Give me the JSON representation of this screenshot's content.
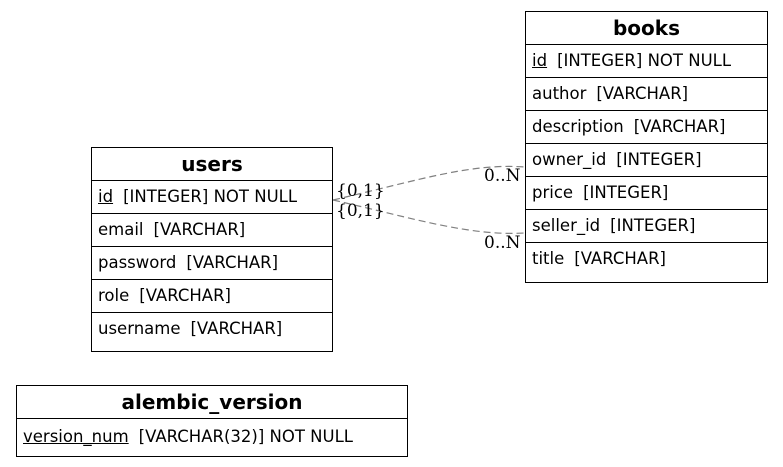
{
  "entities": {
    "users": {
      "title": "users",
      "columns": [
        {
          "name": "id",
          "type": "[INTEGER] NOT NULL",
          "pk": true
        },
        {
          "name": "email",
          "type": "[VARCHAR]",
          "pk": false
        },
        {
          "name": "password",
          "type": "[VARCHAR]",
          "pk": false
        },
        {
          "name": "role",
          "type": "[VARCHAR]",
          "pk": false
        },
        {
          "name": "username",
          "type": "[VARCHAR]",
          "pk": false
        }
      ]
    },
    "books": {
      "title": "books",
      "columns": [
        {
          "name": "id",
          "type": "[INTEGER] NOT NULL",
          "pk": true
        },
        {
          "name": "author",
          "type": "[VARCHAR]",
          "pk": false
        },
        {
          "name": "description",
          "type": "[VARCHAR]",
          "pk": false
        },
        {
          "name": "owner_id",
          "type": "[INTEGER]",
          "pk": false
        },
        {
          "name": "price",
          "type": "[INTEGER]",
          "pk": false
        },
        {
          "name": "seller_id",
          "type": "[INTEGER]",
          "pk": false
        },
        {
          "name": "title",
          "type": "[VARCHAR]",
          "pk": false
        }
      ]
    },
    "alembic_version": {
      "title": "alembic_version",
      "columns": [
        {
          "name": "version_num",
          "type": "[VARCHAR(32)] NOT NULL",
          "pk": true
        }
      ]
    }
  },
  "relationships": [
    {
      "from": "users.id",
      "to": "books.owner_id",
      "from_card": "{0,1}",
      "to_card": "0..N"
    },
    {
      "from": "users.id",
      "to": "books.seller_id",
      "from_card": "{0,1}",
      "to_card": "0..N"
    }
  ],
  "colors": {
    "edge": "#808080",
    "border": "#000000"
  }
}
